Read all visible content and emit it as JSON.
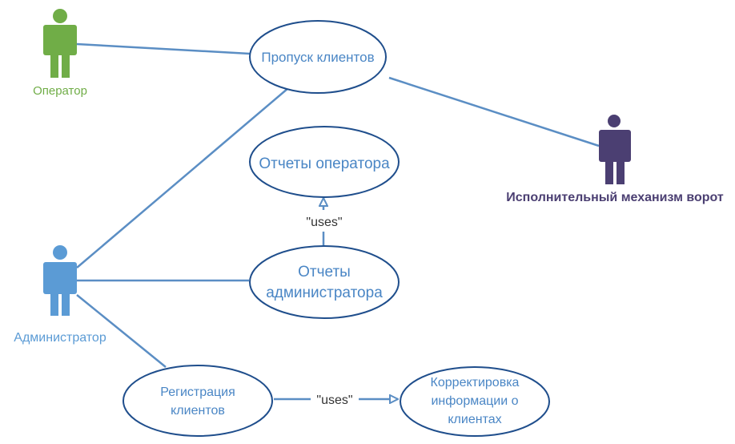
{
  "actors": {
    "operator": {
      "label": "Оператор",
      "color": "#70ad47"
    },
    "admin": {
      "label": "Администратор",
      "color": "#5b9bd5"
    },
    "gate": {
      "label": "Исполнительный механизм ворот",
      "color": "#4b3f72"
    }
  },
  "usecases": {
    "pass": {
      "lines": [
        "Пропуск клиентов"
      ]
    },
    "op_reports": {
      "lines": [
        "Отчеты оператора"
      ]
    },
    "admin_reports": {
      "lines": [
        "Отчеты",
        "администратора"
      ]
    },
    "registration": {
      "lines": [
        "Регистрация",
        "клиентов"
      ]
    },
    "correction": {
      "lines": [
        "Корректировка",
        "информации о",
        "клиентах"
      ]
    }
  },
  "relations": {
    "uses_reports": "\"uses\"",
    "uses_registration": "\"uses\""
  },
  "colors": {
    "line": "#5b8ec4",
    "usecase_stroke": "#1f4e8c",
    "usecase_text": "#4a86c5"
  }
}
